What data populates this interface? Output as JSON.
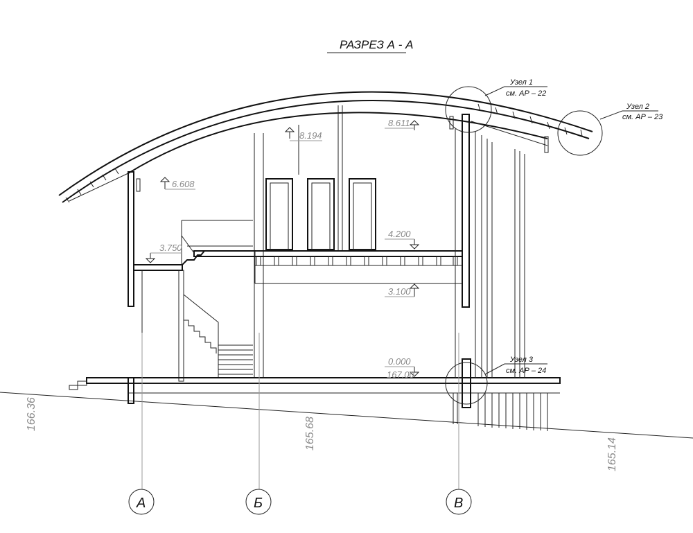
{
  "title": "РАЗРЕЗ А - А",
  "levels": {
    "l6608": "6.608",
    "l8194": "8.194",
    "l8611": "8.611",
    "l3750": "3.750",
    "l4200": "4.200",
    "l3100": "3.100",
    "l0000": "0.000",
    "l16700": "167.00"
  },
  "nodes": [
    {
      "name": "Узел 1",
      "ref": "см. АР – 22"
    },
    {
      "name": "Узел 2",
      "ref": "см. АР – 23"
    },
    {
      "name": "Узел 3",
      "ref": "см. АР – 24"
    }
  ],
  "ground_marks": {
    "left": "166.36",
    "middle": "165.68",
    "right": "165.14"
  },
  "axes": [
    "А",
    "Б",
    "В"
  ]
}
